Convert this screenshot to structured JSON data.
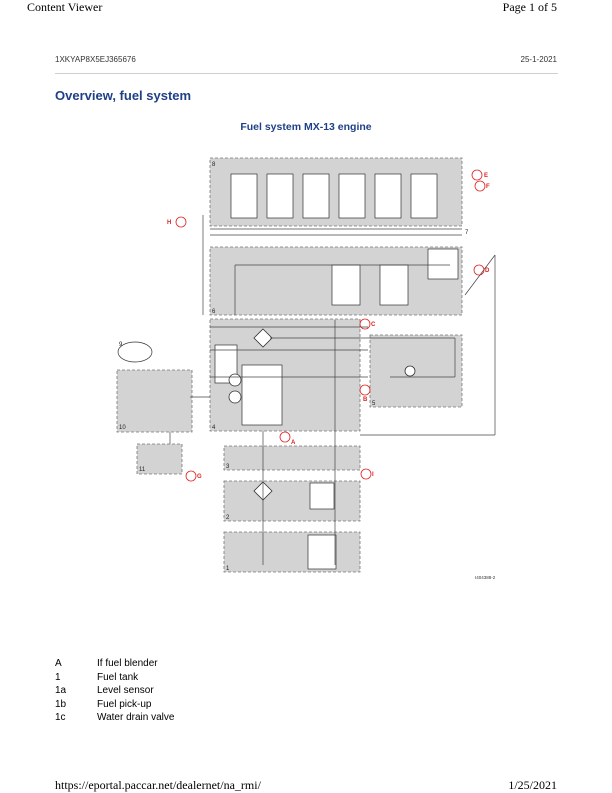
{
  "header": {
    "app_title": "Content Viewer",
    "page_indicator": "Page 1 of 5"
  },
  "meta": {
    "document_id": "1XKYAP8X5EJ365676",
    "date": "25-1-2021"
  },
  "page_title": "Overview, fuel system",
  "figure": {
    "title": "Fuel system MX-13 engine",
    "image_code": "I404388-2",
    "zone_labels": [
      "8",
      "7",
      "6",
      "5",
      "4",
      "3",
      "2",
      "1",
      "9",
      "10",
      "11"
    ],
    "sensor_labels": [
      "H",
      "E",
      "F",
      "D",
      "C",
      "B",
      "A",
      "I",
      "G"
    ]
  },
  "legend": [
    {
      "key": "A",
      "value": "If fuel blender"
    },
    {
      "key": "1",
      "value": "Fuel tank"
    },
    {
      "key": "1a",
      "value": "Level sensor"
    },
    {
      "key": "1b",
      "value": "Fuel pick-up"
    },
    {
      "key": "1c",
      "value": "Water drain valve"
    }
  ],
  "footer": {
    "url": "https://eportal.paccar.net/dealernet/na_rmi/",
    "date": "1/25/2021"
  }
}
